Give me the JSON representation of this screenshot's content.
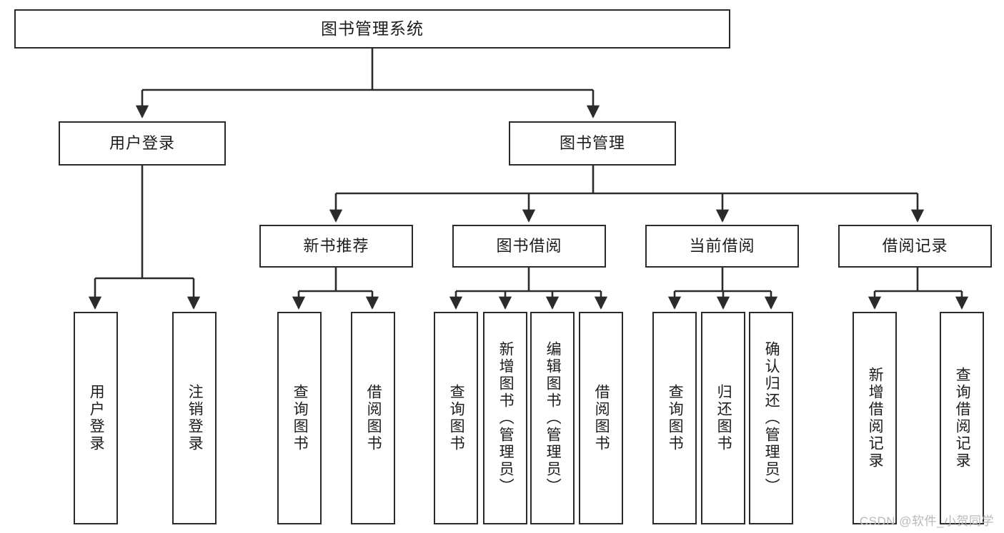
{
  "diagram": {
    "type": "tree",
    "title": "图书管理系统",
    "watermark": "CSDN @软件_小贺同学",
    "colors": {
      "stroke": "#2b2b2b",
      "fill": "#ffffff",
      "text": "#1c1c1c",
      "watermark": "#b9b9b9"
    },
    "root": {
      "label": "图书管理系统"
    },
    "level2": [
      {
        "label": "用户登录"
      },
      {
        "label": "图书管理"
      }
    ],
    "level3": [
      {
        "label": "新书推荐"
      },
      {
        "label": "图书借阅"
      },
      {
        "label": "当前借阅"
      },
      {
        "label": "借阅记录"
      }
    ],
    "leaves": {
      "user_login": [
        {
          "label": "用户登录"
        },
        {
          "label": "注销登录"
        }
      ],
      "new_book_rec": [
        {
          "label": "查询图书"
        },
        {
          "label": "借阅图书"
        }
      ],
      "book_borrow": [
        {
          "label": "查询图书"
        },
        {
          "label": "新增图书（管理员）"
        },
        {
          "label": "编辑图书（管理员）"
        },
        {
          "label": "借阅图书"
        }
      ],
      "current_borrow": [
        {
          "label": "查询图书"
        },
        {
          "label": "归还图书"
        },
        {
          "label": "确认归还（管理员）"
        }
      ],
      "borrow_record": [
        {
          "label": "新增借阅记录"
        },
        {
          "label": "查询借阅记录"
        }
      ]
    }
  }
}
